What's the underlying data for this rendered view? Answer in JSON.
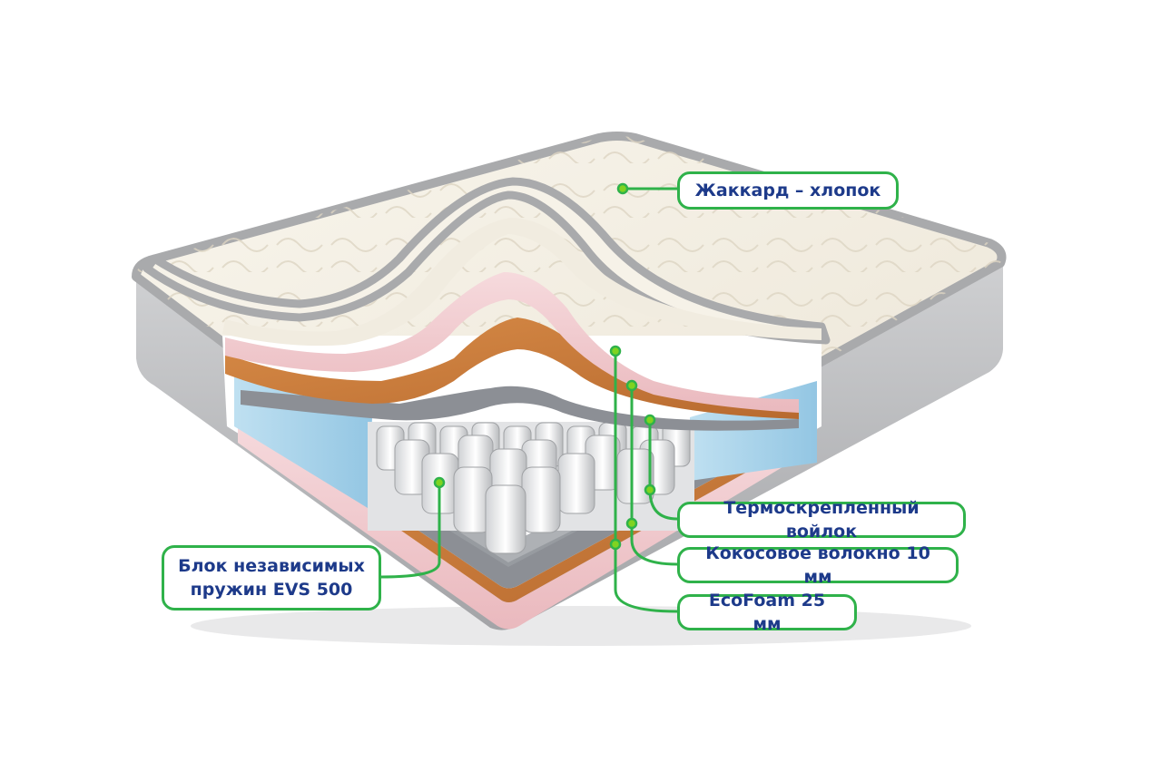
{
  "labels": {
    "jacquard": "Жаккард – хлопок",
    "felt": "Термоскрепленный войлок",
    "coconut": "Кокосовое волокно 10 мм",
    "ecofoam": "EcoFoam 25 мм",
    "springs": "Блок независимых\nпружин EVS 500"
  },
  "colors": {
    "accent": "#2fb24a",
    "text": "#1d3a8a",
    "cover": "#f4efe4",
    "border": "#a9aaac",
    "pink_foam": "#f2cfd2",
    "coconut": "#c9793a",
    "blue_foam": "#a9d3ea",
    "felt": "#8c8f95"
  }
}
